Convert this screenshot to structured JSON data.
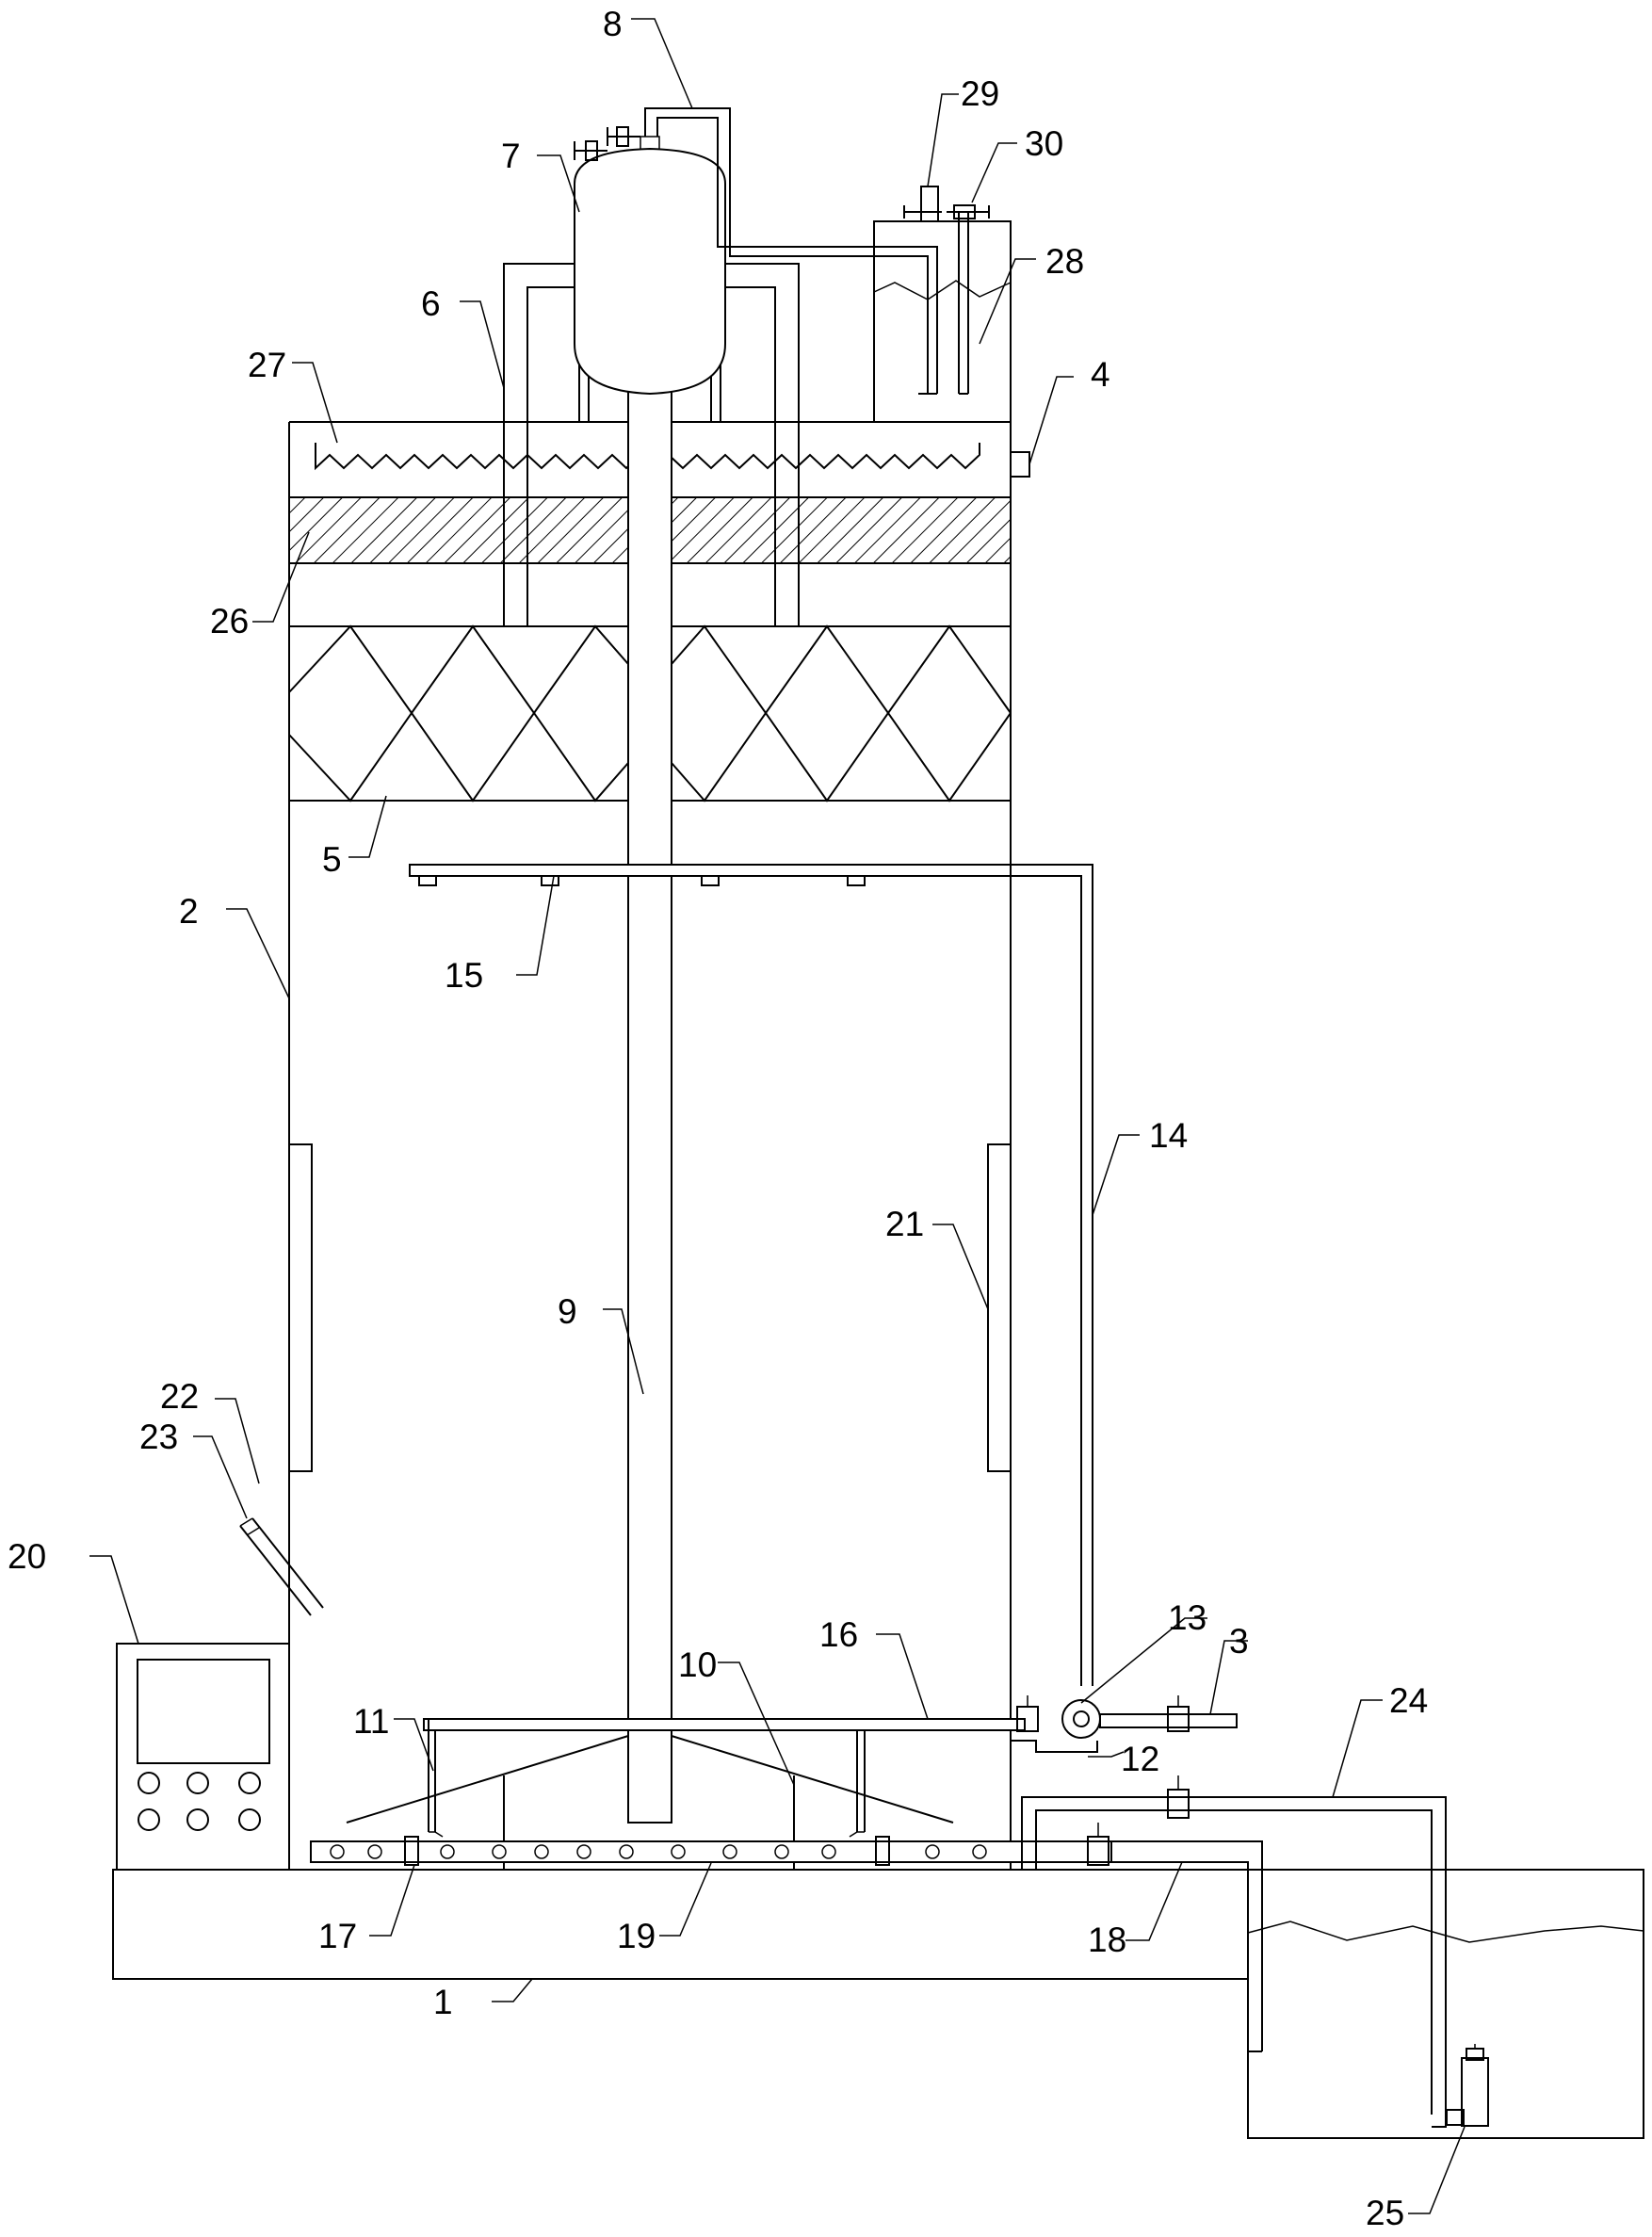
{
  "colors": {
    "line": "#000000",
    "background": "#ffffff"
  },
  "labels": {
    "l1": "1",
    "l2": "2",
    "l3": "3",
    "l4": "4",
    "l5": "5",
    "l6": "6",
    "l7": "7",
    "l8": "8",
    "l9": "9",
    "l10": "10",
    "l11": "11",
    "l12": "12",
    "l13": "13",
    "l14": "14",
    "l15": "15",
    "l16": "16",
    "l17": "17",
    "l18": "18",
    "l19": "19",
    "l20": "20",
    "l21": "21",
    "l22": "22",
    "l23": "23",
    "l24": "24",
    "l25": "25",
    "l26": "26",
    "l27": "27",
    "l28": "28",
    "l29": "29",
    "l30": "30"
  }
}
